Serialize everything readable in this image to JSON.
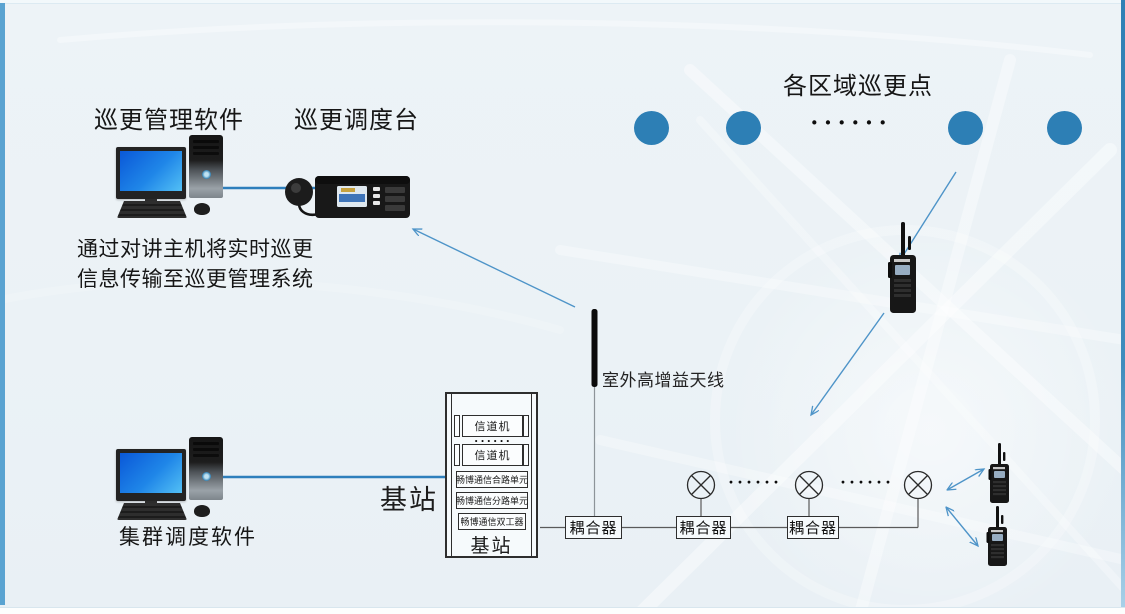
{
  "diagram": {
    "management": {
      "software_label": "巡更管理软件",
      "console_label": "巡更调度台",
      "note_line1": "通过对讲主机将实时巡更",
      "note_line2": "信息传输至巡更管理系统"
    },
    "patrol_points": {
      "title": "各区域巡更点",
      "ellipsis": "······"
    },
    "outdoor_antenna_label": "室外高增益天线",
    "base_station": {
      "big_label": "基站",
      "rack_label": "基站",
      "channel_unit_top": "信道机",
      "channel_unit_bottom": "信道机",
      "rack_ellipsis": "······",
      "combiner": "畅博通信合路单元",
      "splitter": "畅博通信分路单元",
      "duplexer": "畅博通信双工器"
    },
    "couplers": {
      "c1": "耦合器",
      "c2": "耦合器",
      "c3": "耦合器"
    },
    "antenna_row": {
      "ellipsis1": "······",
      "ellipsis2": "······"
    },
    "trunking_software_label": "集群调度软件",
    "colors": {
      "background": "#ebf2f6",
      "patrol_circle_blue": "#2d7fb5",
      "connection_line_blue": "#2e7fbc",
      "arrow_blue": "#4e94c8",
      "frame_left_blue": "#5aa3d1",
      "frame_right_blue": "#2f80b5"
    }
  }
}
